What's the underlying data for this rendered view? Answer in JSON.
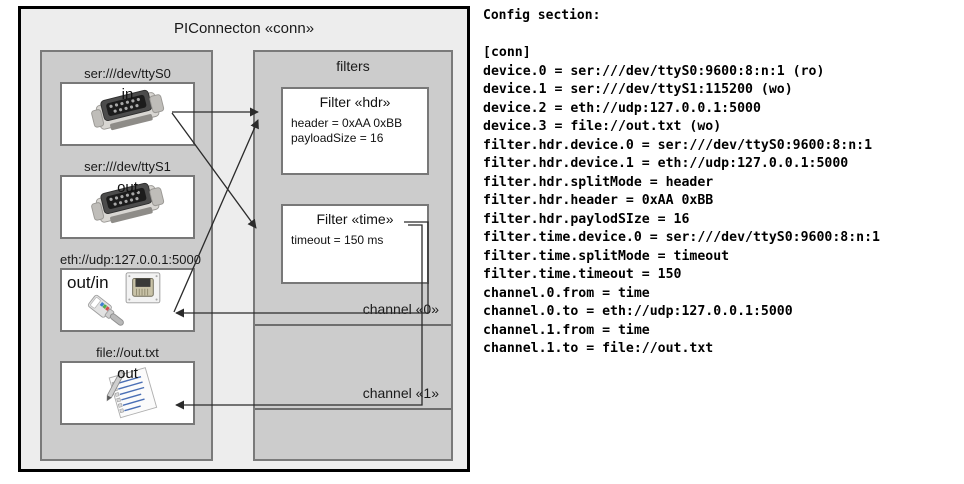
{
  "diagram": {
    "title": "PIConnecton «conn»",
    "devices_panel": {
      "name": "devices-panel",
      "items": [
        {
          "caption": "ser:///dev/ttyS0",
          "direction": "in",
          "icon": "serial-port-icon"
        },
        {
          "caption": "ser:///dev/ttyS1",
          "direction": "out",
          "icon": "serial-port-icon"
        },
        {
          "caption": "eth://udp:127.0.0.1:5000",
          "direction": "out/in",
          "icon": "ethernet-jack-icon"
        },
        {
          "caption": "file://out.txt",
          "direction": "out",
          "icon": "text-document-icon"
        }
      ]
    },
    "filters_panel": {
      "title": "filters",
      "filters": [
        {
          "title": "Filter «hdr»",
          "props": [
            "header = 0xAA 0xBB",
            "payloadSize = 16"
          ]
        },
        {
          "title": "Filter «time»",
          "props": [
            "timeout = 150 ms"
          ]
        }
      ],
      "channels": [
        {
          "label": "channel «0»"
        },
        {
          "label": "channel «1»"
        }
      ]
    },
    "colors": {
      "frame_fill": "#ededed",
      "frame_stroke": "#000000",
      "panel_fill": "#cccccc",
      "panel_stroke": "#7a7a7a",
      "box_fill": "#ffffff",
      "box_stroke": "#787878",
      "connector_stroke": "#2b2b2b"
    }
  },
  "config": {
    "heading": "Config section:",
    "lines": [
      "[conn]",
      "device.0 = ser:///dev/ttyS0:9600:8:n:1 (ro)",
      "device.1 = ser:///dev/ttyS1:115200 (wo)",
      "device.2 = eth://udp:127.0.0.1:5000",
      "device.3 = file://out.txt (wo)",
      "filter.hdr.device.0 = ser:///dev/ttyS0:9600:8:n:1",
      "filter.hdr.device.1 = eth://udp:127.0.0.1:5000",
      "filter.hdr.splitMode = header",
      "filter.hdr.header = 0xAA 0xBB",
      "filter.hdr.paylodSIze = 16",
      "filter.time.device.0 = ser:///dev/ttyS0:9600:8:n:1",
      "filter.time.splitMode = timeout",
      "filter.time.timeout = 150",
      "channel.0.from = time",
      "channel.0.to = eth://udp:127.0.0.1:5000",
      "channel.1.from = time",
      "channel.1.to = file://out.txt"
    ]
  }
}
